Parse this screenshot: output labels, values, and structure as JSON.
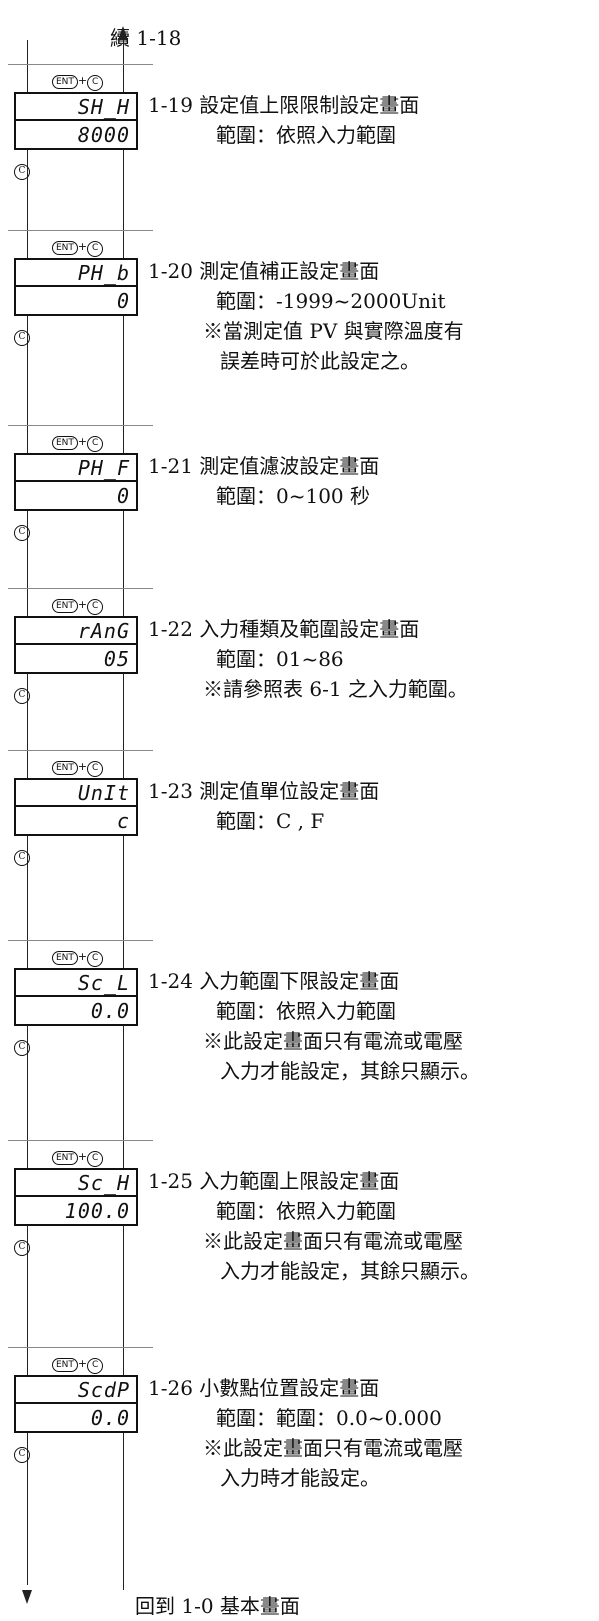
{
  "header": "續 1-18",
  "footer": "回到 1-0 基本畫面",
  "keys": {
    "ent": "ENT",
    "plus": "+",
    "c": "C"
  },
  "steps": [
    {
      "display_top": "SH_H",
      "display_bottom": "8000",
      "title": "1-19 設定值上限限制設定畫面",
      "lines": [
        "範圍：依照入力範圍"
      ]
    },
    {
      "display_top": "PH_b",
      "display_bottom": "0",
      "title": "1-20 測定值補正設定畫面",
      "lines": [
        "範圍：-1999~2000Unit",
        "※當測定值 PV 與實際溫度有",
        "誤差時可於此設定之。"
      ]
    },
    {
      "display_top": "PH_F",
      "display_bottom": "0",
      "title": "1-21 測定值濾波設定畫面",
      "lines": [
        "範圍：0~100 秒"
      ]
    },
    {
      "display_top": "rAnG",
      "display_bottom": "05",
      "title": "1-22 入力種類及範圍設定畫面",
      "lines": [
        "範圍：01~86",
        "※請參照表 6-1 之入力範圍。"
      ]
    },
    {
      "display_top": "UnIt",
      "display_bottom": "c",
      "title": "1-23 測定值單位設定畫面",
      "lines": [
        "範圍：C , F"
      ]
    },
    {
      "display_top": "Sc_L",
      "display_bottom": "0.0",
      "title": "1-24 入力範圍下限設定畫面",
      "lines": [
        "範圍：依照入力範圍",
        "※此設定畫面只有電流或電壓",
        "入力才能設定，其餘只顯示。"
      ]
    },
    {
      "display_top": "Sc_H",
      "display_bottom": "100.0",
      "title": "1-25 入力範圍上限設定畫面",
      "lines": [
        "範圍：依照入力範圍",
        "※此設定畫面只有電流或電壓",
        "入力才能設定，其餘只顯示。"
      ]
    },
    {
      "display_top": "ScdP",
      "display_bottom": "0.0",
      "title": "1-26 小數點位置設定畫面",
      "lines": [
        "範圍：範圍：0.0~0.000",
        "※此設定畫面只有電流或電壓",
        "入力時才能設定。"
      ]
    }
  ]
}
